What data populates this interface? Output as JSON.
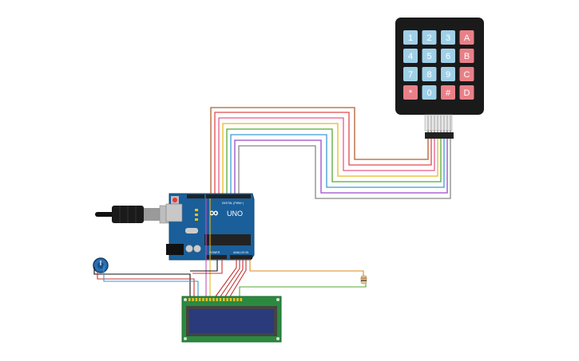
{
  "keypad": {
    "keys": [
      {
        "label": "1",
        "kind": "num"
      },
      {
        "label": "2",
        "kind": "num"
      },
      {
        "label": "3",
        "kind": "num"
      },
      {
        "label": "A",
        "kind": "letter"
      },
      {
        "label": "4",
        "kind": "num"
      },
      {
        "label": "5",
        "kind": "num"
      },
      {
        "label": "6",
        "kind": "num"
      },
      {
        "label": "B",
        "kind": "letter"
      },
      {
        "label": "7",
        "kind": "num"
      },
      {
        "label": "8",
        "kind": "num"
      },
      {
        "label": "9",
        "kind": "num"
      },
      {
        "label": "C",
        "kind": "letter"
      },
      {
        "label": "*",
        "kind": "letter"
      },
      {
        "label": "0",
        "kind": "num"
      },
      {
        "label": "#",
        "kind": "letter"
      },
      {
        "label": "D",
        "kind": "letter"
      }
    ]
  },
  "arduino": {
    "logo": "∞",
    "model": "UNO",
    "header_label": "DIGITAL (PWM~)",
    "analog_label": "ANALOG IN",
    "power_label": "POWER"
  },
  "colors": {
    "keypad_body": "#1a1a1a",
    "key_num": "#9fd0e8",
    "key_letter": "#e98088",
    "board": "#1a5f9a",
    "lcd_pcb": "#2b8a3e",
    "lcd_screen": "#2a3a7a",
    "keypad_wires": [
      "#b0602e",
      "#e04a4a",
      "#e8b820",
      "#55aa33",
      "#3a9ad8",
      "#9a4ac8",
      "#888888",
      "#c06060"
    ]
  },
  "icons": {
    "usb": "usb-plug-icon",
    "potentiometer": "potentiometer-icon",
    "resistor": "resistor-icon"
  }
}
